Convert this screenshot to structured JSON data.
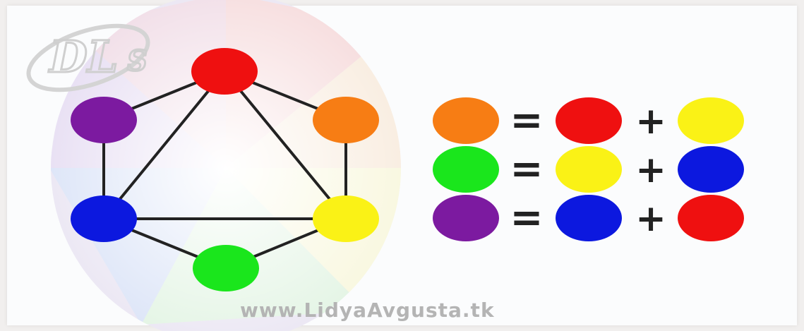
{
  "logo": {
    "text": "DL",
    "suffix": "S"
  },
  "footer": {
    "url": "www.LidyaAvgusta.tk"
  },
  "colors": {
    "red": "#ef1010",
    "orange": "#f77d14",
    "yellow": "#faf216",
    "green": "#1ae61c",
    "blue": "#0c18df",
    "purple": "#7c1aa0",
    "line": "#222222",
    "background": "#fbfcfd"
  },
  "wheel": {
    "nodes": [
      "red",
      "orange",
      "yellow",
      "green",
      "blue",
      "purple"
    ]
  },
  "equations": [
    {
      "result": "orange",
      "equals": "=",
      "left": "red",
      "plus": "+",
      "right": "yellow"
    },
    {
      "result": "green",
      "equals": "=",
      "left": "yellow",
      "plus": "+",
      "right": "blue"
    },
    {
      "result": "purple",
      "equals": "=",
      "left": "blue",
      "plus": "+",
      "right": "red"
    }
  ]
}
